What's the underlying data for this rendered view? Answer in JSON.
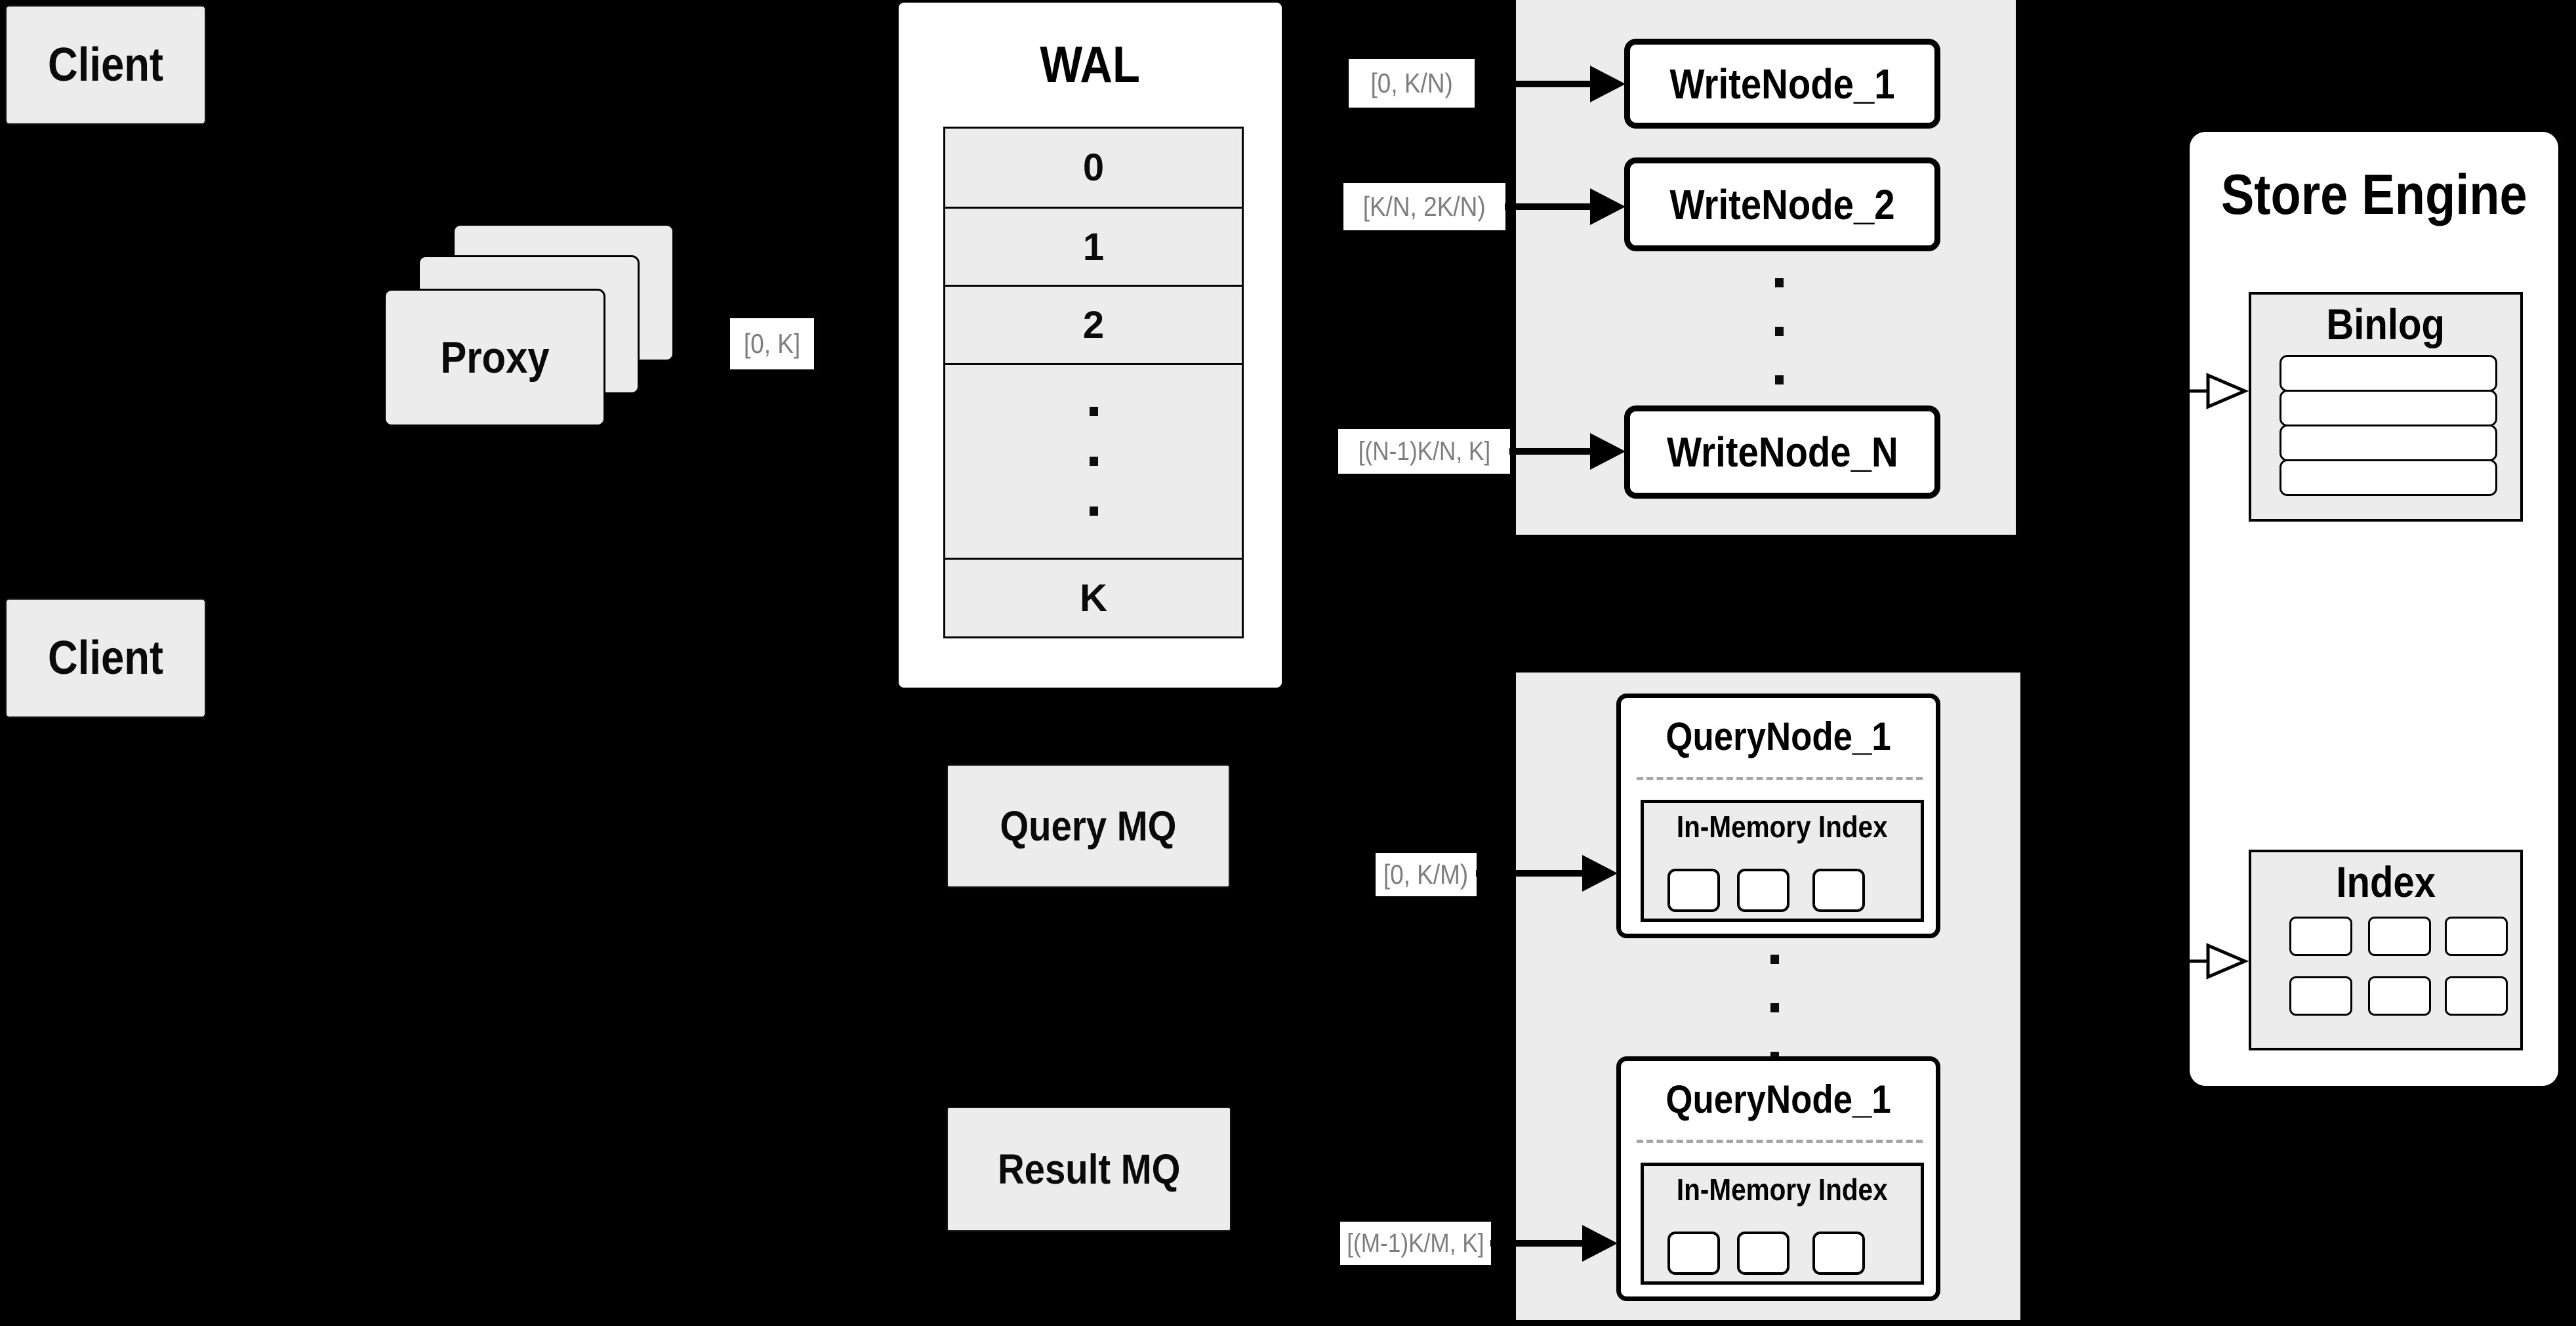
{
  "colors": {
    "background": "#000000",
    "box_gray": "#ececec",
    "box_white": "#ffffff",
    "line_black": "#000000",
    "range_label_text": "#7d7d7d"
  },
  "clients": {
    "top_label": "Client",
    "bottom_label": "Client"
  },
  "proxy": {
    "label": "Proxy"
  },
  "wal": {
    "title": "WAL",
    "rows": [
      "0",
      "1",
      "2"
    ],
    "ellipsis": "⋮",
    "last_row": "K"
  },
  "range_labels": {
    "proxy_to_wal": "[0, K]",
    "wal_to_write_1": "[0, K/N)",
    "wal_to_write_2": "[K/N, 2K/N)",
    "wal_to_write_n": "[(N-1)K/N, K]",
    "query_mq_to_node_1": "[0, K/M)",
    "query_mq_to_node_m": "[(M-1)K/M, K]"
  },
  "write_nodes": {
    "node_1": "WriteNode_1",
    "node_2": "WriteNode_2",
    "node_n": "WriteNode_N",
    "ellipsis": "⋮"
  },
  "query_nodes": {
    "node_1_title": "QueryNode_1",
    "node_2_title": "QueryNode_1",
    "in_memory_label": "In-Memory Index",
    "ellipsis": "⋮"
  },
  "message_queues": {
    "query": "Query MQ",
    "result": "Result MQ"
  },
  "store_engine": {
    "title": "Store Engine",
    "binlog_title": "Binlog",
    "index_title": "Index"
  }
}
